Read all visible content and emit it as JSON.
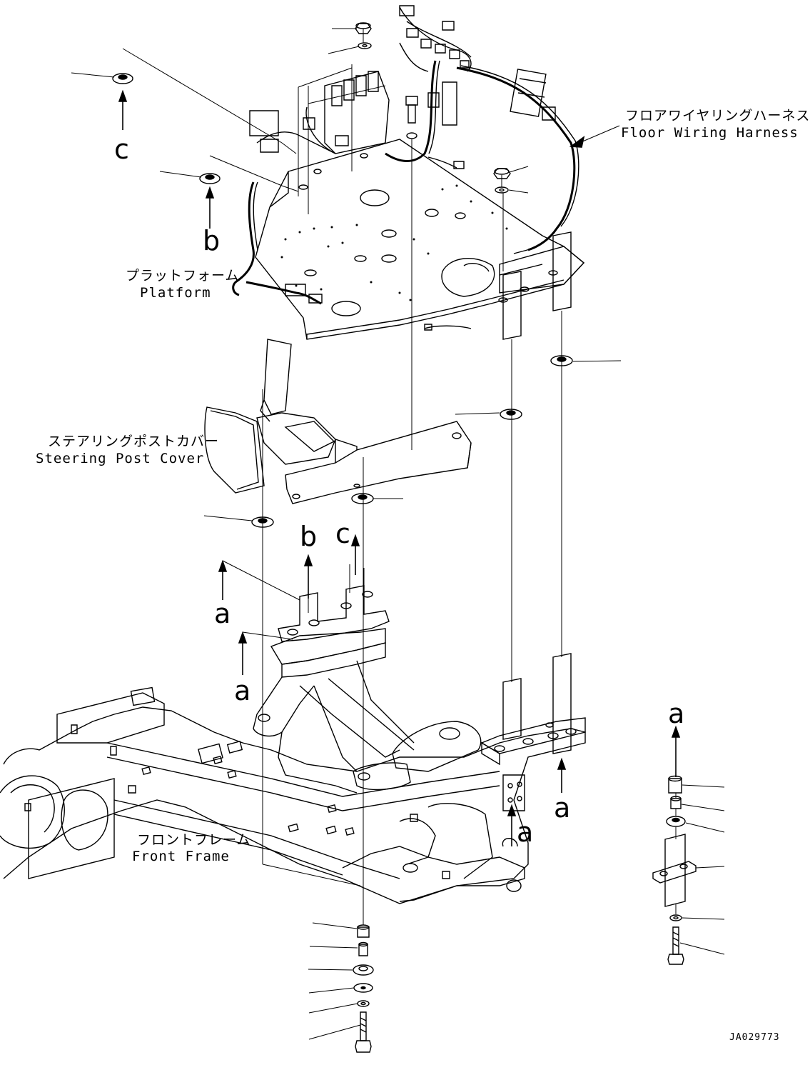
{
  "labels": {
    "floor_harness_jp": "フロアワイヤリングハーネス",
    "floor_harness_en": "Floor Wiring Harness",
    "platform_jp": "プラットフォーム",
    "platform_en": "Platform",
    "steering_jp": "ステアリングポストカバー",
    "steering_en": "Steering Post Cover",
    "front_frame_jp": "フロントフレーム",
    "front_frame_en": "Front Frame"
  },
  "callouts": {
    "c_top": "c",
    "b_top": "b",
    "b_mid": "b",
    "c_mid": "c",
    "a_mid1": "a",
    "a_mid2": "a",
    "a_right": "a",
    "a_lower1": "a",
    "a_lower2": "a"
  },
  "document_id": "JA029773"
}
